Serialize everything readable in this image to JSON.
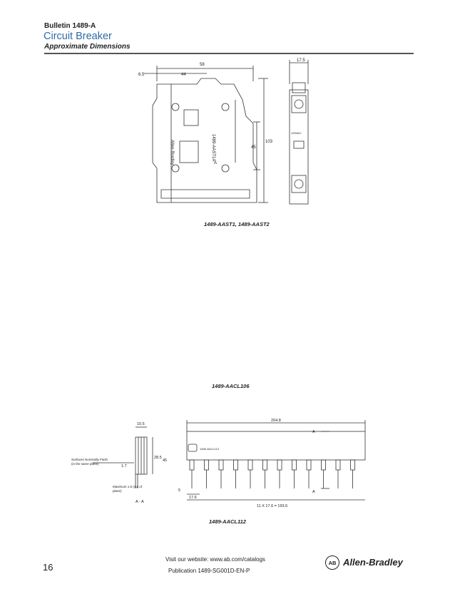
{
  "header": {
    "bulletin": "Bulletin 1489-A",
    "title": "Circuit Breaker",
    "subtitle": "Approximate Dimensions"
  },
  "accent_color": "#2e6aa6",
  "figure1": {
    "caption": "1489-AAST1, 1489-AAST2",
    "dims": {
      "overall_width": "58",
      "offset": "6.5",
      "inner_width": "44",
      "side_width": "17.5",
      "inner_height": "45",
      "overall_height": "103"
    },
    "labels": {
      "label_a": "1489-AAST1A",
      "label_b": "A",
      "label_c": "125VAC",
      "brand_vertical": "Allen-Bradley"
    }
  },
  "figure2": {
    "caption": "1489-AACL106"
  },
  "figure3": {
    "caption": "1489-AACL112",
    "dims": {
      "overall_length": "204.8",
      "pitch_total": "11 X 17.6 = 193.6",
      "first_pitch": "17.6",
      "side_width": "10.5",
      "pin_gap": "1.7",
      "h1": "28.5",
      "h2": "45",
      "pin_width": "5"
    },
    "labels": {
      "section_a_top": "A",
      "section_a_bottom": "A",
      "section_label": "A - A",
      "note_flush": "Surfaces Nominally Flush (in the same plane)",
      "note_max": "Maximum 1.5 (out of plane)",
      "bus_text": "1489-AACL112"
    }
  },
  "footer": {
    "website": "Visit our website: www.ab.com/catalogs",
    "publication": "Publication 1489-SG001D-EN-P",
    "page_number": "16",
    "logo_mark": "AB",
    "brand": "Allen-Bradley"
  }
}
